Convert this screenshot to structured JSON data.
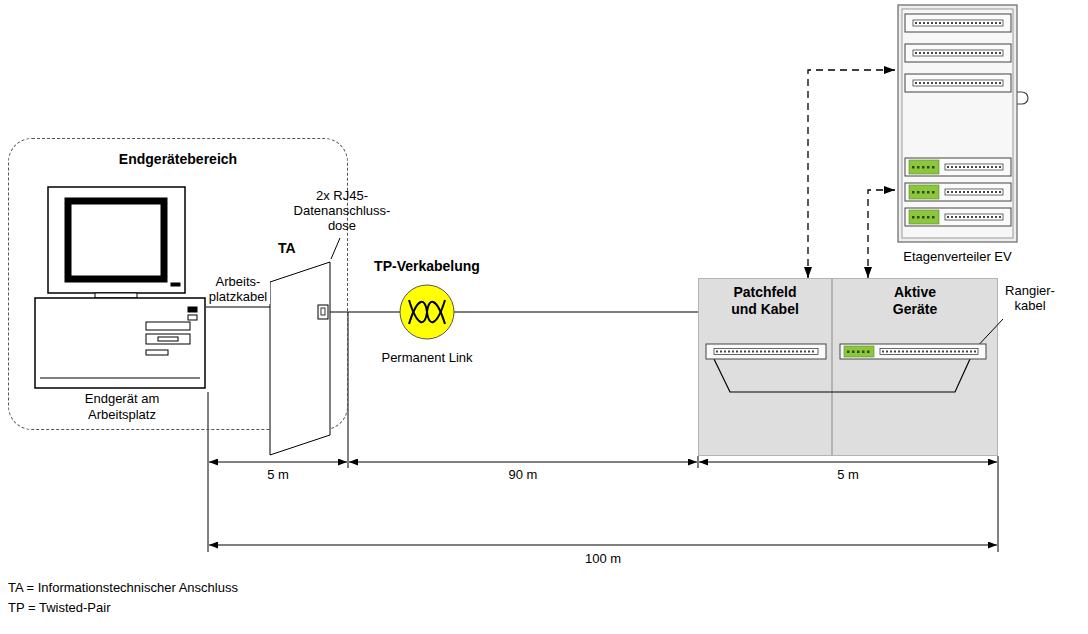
{
  "diagram": {
    "nodes": [
      {
        "text": [
          "Endgerätebereich"
        ]
      },
      {
        "text": [
          "Endgerät am Arbeitsplatz"
        ],
        "in": 0
      },
      {
        "text": [
          "TA"
        ]
      },
      {
        "text": [
          "TP-Verkabelung",
          "Permanent Link"
        ]
      },
      {
        "text": [
          "Patchfeld und Kabel"
        ]
      },
      {
        "text": [
          "Aktive Geräte"
        ]
      },
      {
        "text": [
          "Etagenverteiler EV"
        ]
      }
    ],
    "edges": [
      {
        "from": 1,
        "to": 2,
        "arrow": "none",
        "label": "Arbeits- platzkabel"
      },
      {
        "from": 2,
        "to": 3,
        "arrow": "none"
      },
      {
        "from": 3,
        "to": 4,
        "arrow": "none"
      },
      {
        "from": 6,
        "to": 4,
        "arrow": "both"
      },
      {
        "from": 6,
        "to": 5,
        "arrow": "both"
      }
    ],
    "labels": [
      "2x RJ45- Datenanschluss- dose",
      "Rangier- kabel",
      "5 m",
      "90 m",
      "5 m",
      "100 m",
      "TA = Informationstechnischer Anschluss",
      "TP = Twisted-Pair"
    ]
  }
}
